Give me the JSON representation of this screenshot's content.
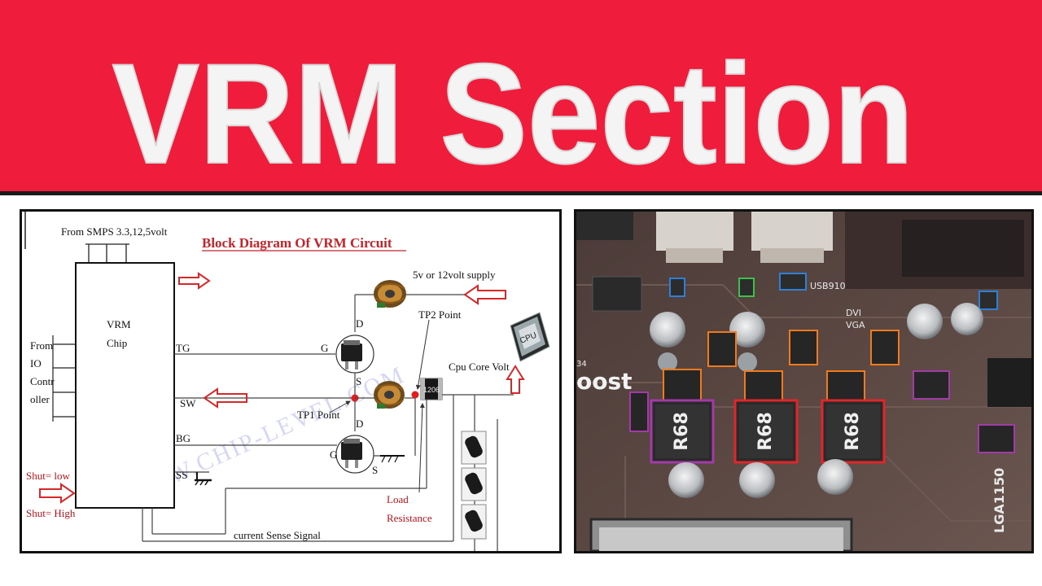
{
  "banner": {
    "title": "VRM Section",
    "background": "#ef1c3c",
    "text_color": "#f4f4f4"
  },
  "diagram": {
    "title": "Block Diagram Of VRM Circuit",
    "watermark": "WWW.CHIP-LEVEL.COM",
    "smps_label": "From SMPS  3.3,12,5volt",
    "chip_label_1": "VRM",
    "chip_label_2": "Chip",
    "io_label": [
      "From",
      "IO",
      "Contr",
      "oller"
    ],
    "pin_tg": "TG",
    "pin_sw": "SW",
    "pin_bg": "BG",
    "pin_ss": "SS",
    "shut_low": "Shut= low",
    "shut_high": "Shut= High",
    "supply_label": "5v or 12volt supply",
    "tp2_label": "TP2 Point",
    "tp1_label": "TP1 Point",
    "cpu_core_label": "Cpu Core Volt",
    "cpu_chip_label": "CPU",
    "resistor_label": "1206",
    "load_label_1": "Load",
    "load_label_2": "Resistance",
    "sense_label": "current Sense Signal",
    "mosfet_top": {
      "d": "D",
      "g": "G",
      "s": "S"
    },
    "mosfet_bottom": {
      "d": "D",
      "g": "G",
      "s": "S"
    },
    "arrow_color": "#d62828"
  },
  "photo": {
    "inductor_labels": [
      "R68",
      "R68",
      "R68"
    ],
    "board_text_boost": "oost",
    "board_text_usb": "USB910",
    "board_text_dvi": "DVI",
    "board_text_vga": "VGA",
    "board_text_lga": "LGA1150",
    "board_text_34": "34",
    "highlight_colors": {
      "blue": "#2f7fd6",
      "green": "#3cc24a",
      "orange": "#f07a1c",
      "red": "#e0262a",
      "purple": "#a23aa8"
    }
  }
}
